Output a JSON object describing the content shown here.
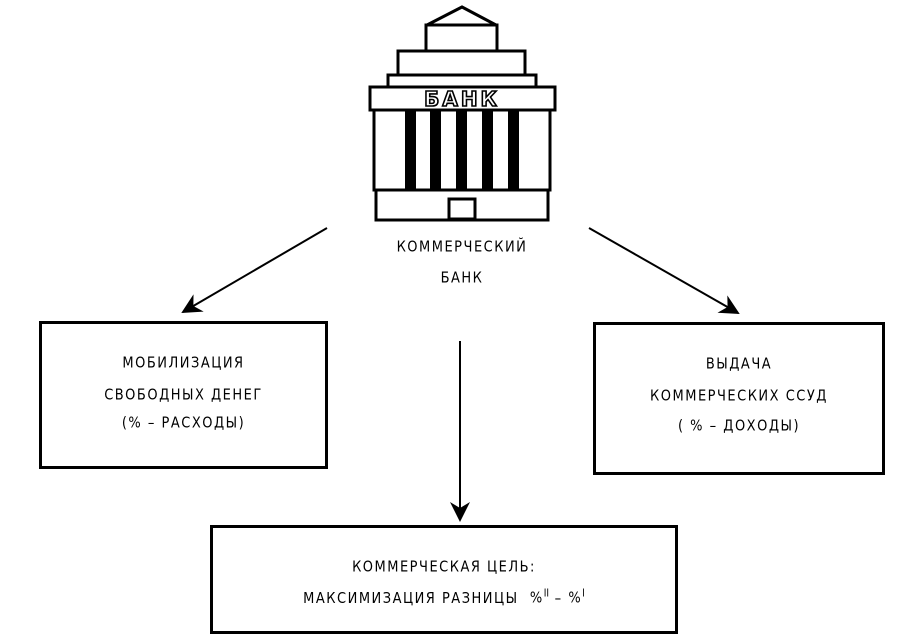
{
  "bank": {
    "sign_label": "БАНК",
    "caption_line1": "КОММЕРЧЕСКИЙ",
    "caption_line2": "БАНК"
  },
  "left_box": {
    "line1": "МОБИЛИЗАЦИЯ",
    "line2": "СВОБОДНЫХ  ДЕНЕГ",
    "line3": "(% – РАСХОДЫ)"
  },
  "right_box": {
    "line1": "ВЫДАЧА",
    "line2": "КОММЕРЧЕСКИХ  ССУД",
    "line3": "( % – ДОХОДЫ)"
  },
  "bottom_box": {
    "line1": "КОММЕРЧЕСКАЯ  ЦЕЛЬ:",
    "line2": "МАКСИМИЗАЦИЯ  РАЗНИЦЫ",
    "formula_pct1": "%",
    "formula_sup1": "II",
    "formula_minus": "–",
    "formula_pct2": "%",
    "formula_sup2": "I"
  },
  "colors": {
    "stroke": "#000000",
    "background": "#ffffff"
  }
}
